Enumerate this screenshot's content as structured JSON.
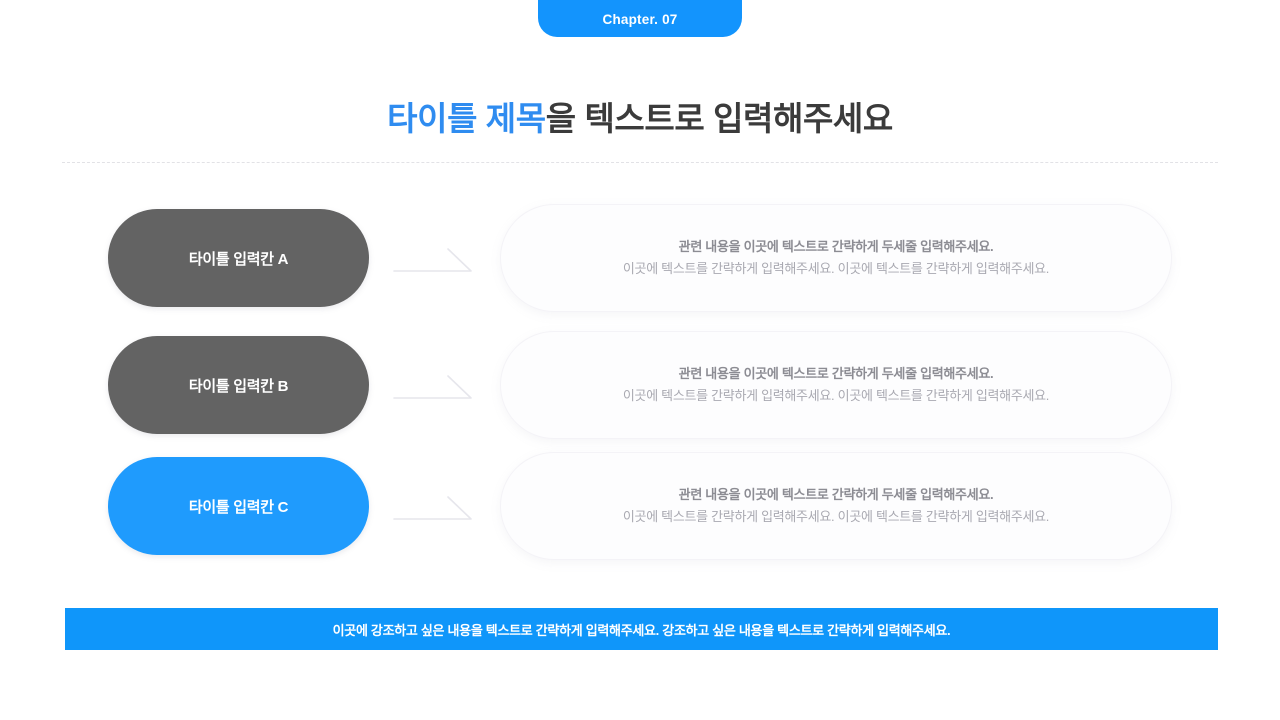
{
  "badge": {
    "label": "Chapter. 07"
  },
  "title": {
    "accent": "타이틀 제목",
    "rest": "을 텍스트로 입력해주세요",
    "accent_color": "#2f8cf0",
    "rest_color": "#3b3b3b"
  },
  "colors": {
    "brand_blue": "#1394fd",
    "pill_gray": "#636363",
    "pill_blue": "#1f9bfd",
    "bar_blue": "#0f96fa",
    "divider": "#e2e2e6",
    "arrow": "#e6e6ec"
  },
  "rows": [
    {
      "pill_label": "타이틀 입력칸 A",
      "pill_style": "gray",
      "line1": "관련 내용을 이곳에 텍스트로 간략하게 두세줄 입력해주세요.",
      "line2": "이곳에 텍스트를 간략하게 입력해주세요. 이곳에 텍스트를 간략하게 입력해주세요."
    },
    {
      "pill_label": "타이틀 입력칸 B",
      "pill_style": "gray",
      "line1": "관련 내용을 이곳에 텍스트로 간략하게 두세줄 입력해주세요.",
      "line2": "이곳에 텍스트를 간략하게 입력해주세요. 이곳에 텍스트를 간략하게 입력해주세요."
    },
    {
      "pill_label": "타이틀 입력칸 C",
      "pill_style": "blue",
      "line1": "관련 내용을 이곳에 텍스트로 간략하게 두세줄 입력해주세요.",
      "line2": "이곳에 텍스트를 간략하게 입력해주세요. 이곳에 텍스트를 간략하게 입력해주세요."
    }
  ],
  "bottom_bar": {
    "label": "이곳에 강조하고 싶은 내용을 텍스트로 간략하게 입력해주세요. 강조하고 싶은 내용을 텍스트로 간략하게 입력해주세요."
  }
}
